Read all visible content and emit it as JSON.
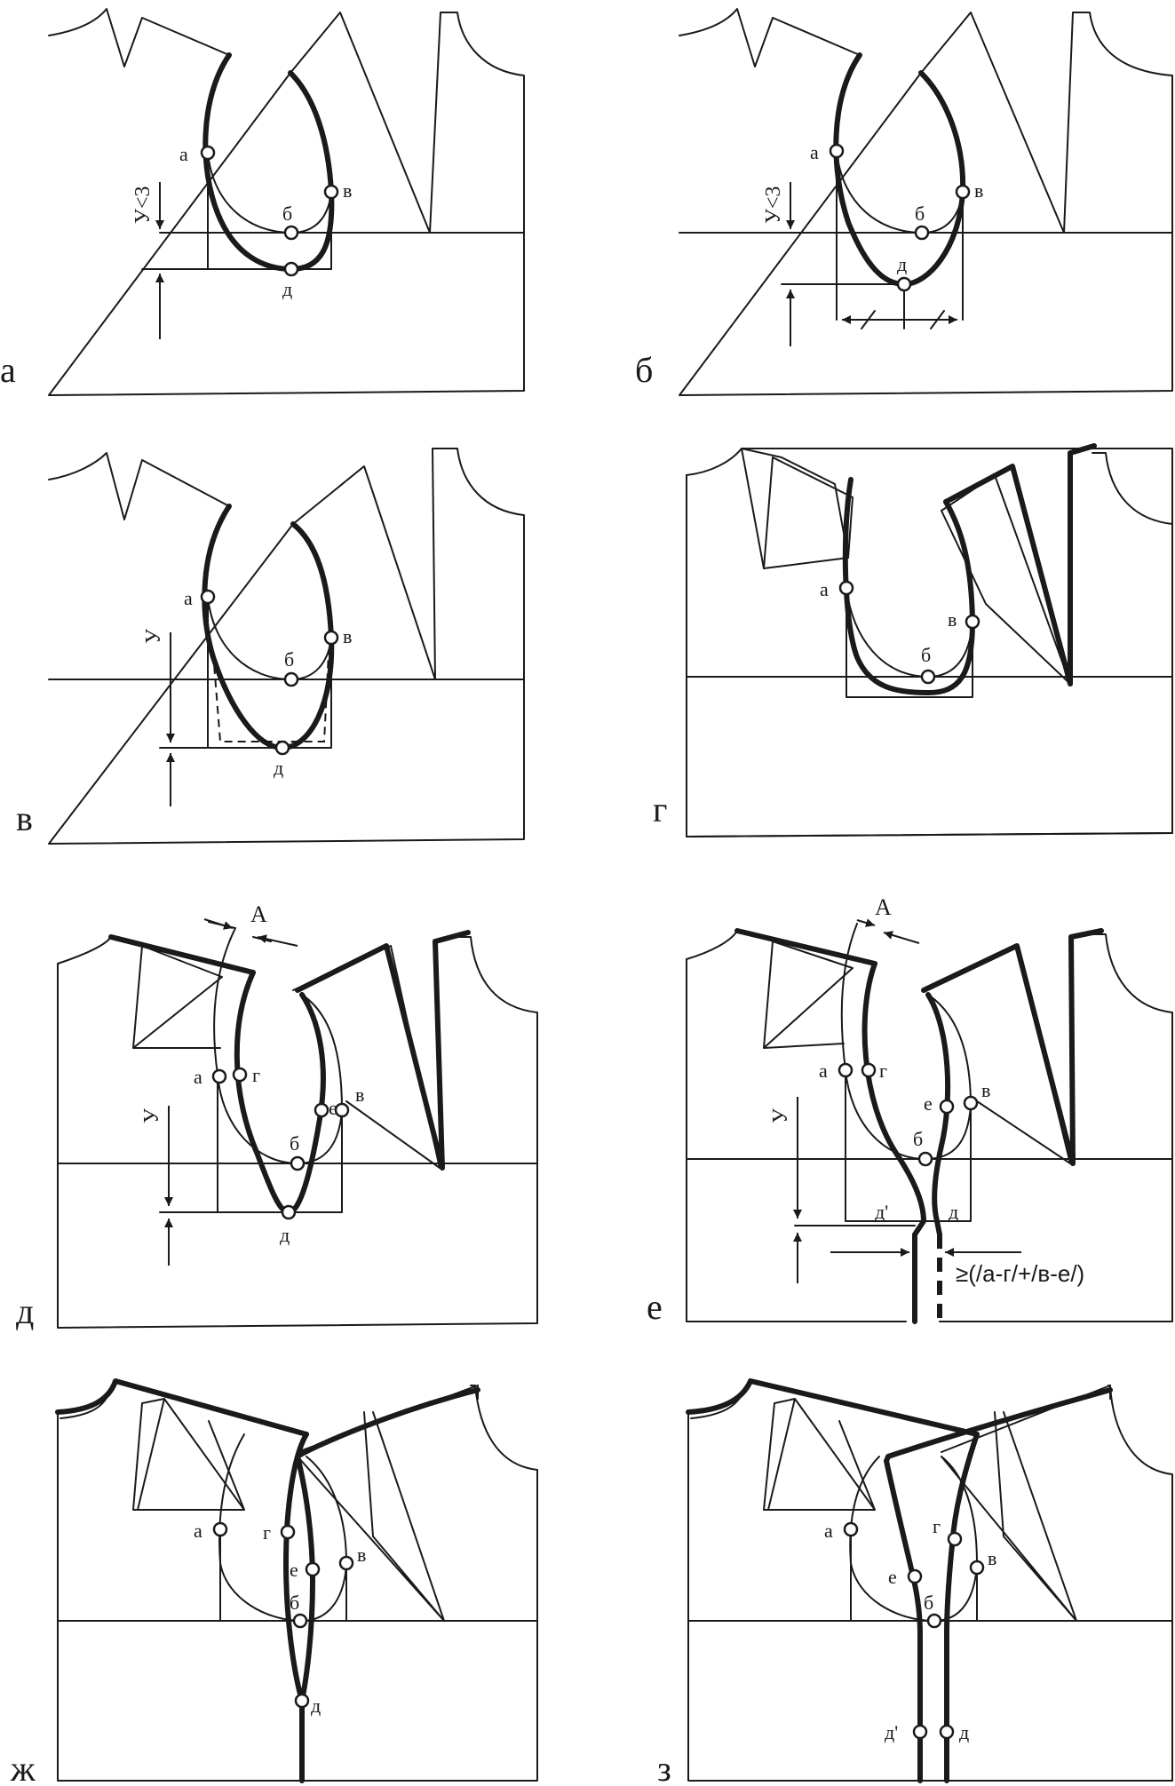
{
  "panels": [
    {
      "id": "a",
      "label": "а",
      "dim": "У<3",
      "points": {
        "a": "а",
        "b": "б",
        "v": "в",
        "d": "д"
      }
    },
    {
      "id": "b",
      "label": "б",
      "dim": "У<3",
      "points": {
        "a": "а",
        "b": "б",
        "v": "в",
        "d": "д"
      }
    },
    {
      "id": "v",
      "label": "в",
      "dim": "У",
      "points": {
        "a": "а",
        "b": "б",
        "v": "в",
        "d": "д"
      }
    },
    {
      "id": "g",
      "label": "г",
      "points": {
        "a": "а",
        "b": "б",
        "v": "в"
      }
    },
    {
      "id": "d",
      "label": "д",
      "dim": "У",
      "width_label": "А",
      "points": {
        "a": "а",
        "g": "г",
        "e": "е",
        "v": "в",
        "b": "б",
        "d": "д"
      }
    },
    {
      "id": "e",
      "label": "е",
      "dim": "У",
      "width_label": "А",
      "formula": "≥(/а-г/+/в-е/)",
      "points": {
        "a": "а",
        "g": "г",
        "e": "е",
        "v": "в",
        "b": "б",
        "d1": "д'",
        "d": "д"
      }
    },
    {
      "id": "zh",
      "label": "ж",
      "points": {
        "a": "а",
        "g": "г",
        "e": "е",
        "b": "б",
        "v": "в",
        "d": "д"
      }
    },
    {
      "id": "z",
      "label": "з",
      "points": {
        "a": "а",
        "g": "г",
        "e": "е",
        "b": "б",
        "v": "в",
        "d1": "д'",
        "d": "д"
      }
    }
  ]
}
